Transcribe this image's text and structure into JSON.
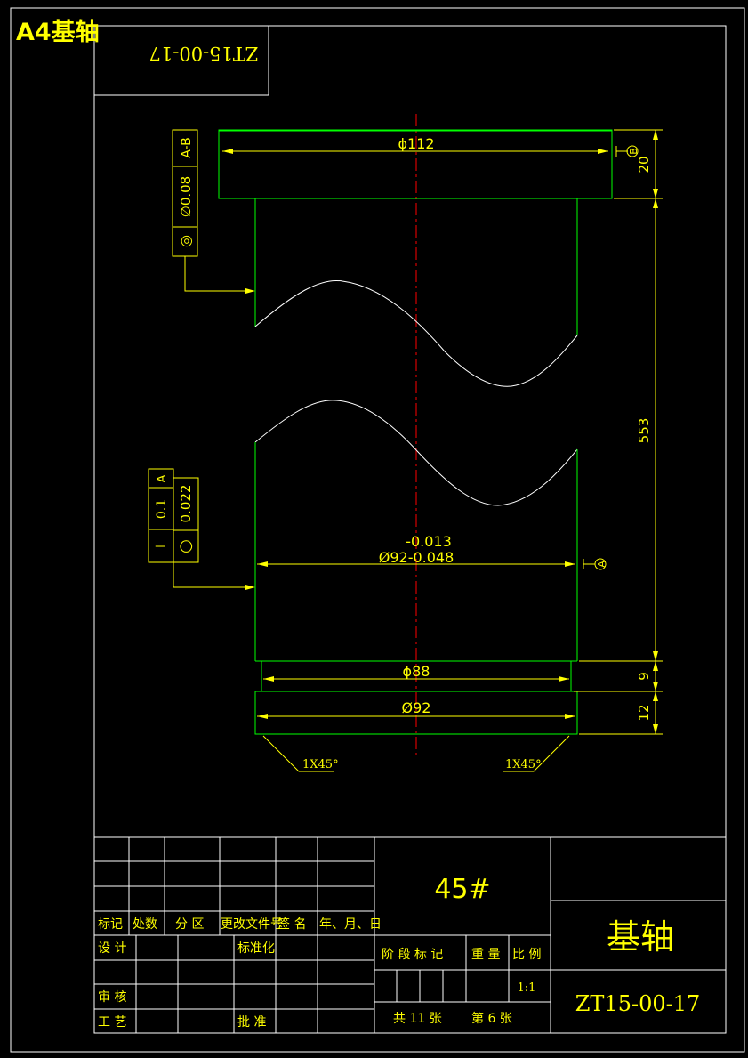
{
  "sheet": {
    "corner_label": "A4基轴",
    "drawing_number_rotated": "ZT15-00-17"
  },
  "dimensions": {
    "top_flange_dia": "ϕ112",
    "top_flange_thickness": "20",
    "overall_length": "553",
    "main_tol_upper": "-0.013",
    "main_dia": "Ø92-0.048",
    "step_dia": "ϕ88",
    "step_length": "9",
    "base_dia": "Ø92",
    "base_length": "12",
    "chamfer_left": "1X45°",
    "chamfer_right": "1X45°"
  },
  "datums": {
    "b": "B",
    "a": "A"
  },
  "tolerances": {
    "upper": {
      "symbol": "◎",
      "value": "∅0.08",
      "datum": "A-B"
    },
    "lower": {
      "symbol": "○",
      "value": "0.022",
      "symbol2": "⊥",
      "value2": "0.1",
      "datum": "A"
    }
  },
  "title_block": {
    "material": "45#",
    "part_name": "基轴",
    "drawing_number": "ZT15-00-17",
    "rev_headers": [
      "标记",
      "处数",
      "分 区",
      "更改文件号",
      "签 名",
      "年、月、日"
    ],
    "design": "设 计",
    "standardize": "标准化",
    "review": "审 核",
    "process": "工 艺",
    "approve": "批 准",
    "stage_mark": "阶 段 标 记",
    "weight": "重 量",
    "scale": "比 例",
    "scale_value": "1:1",
    "sheets_total": "共  11  张",
    "sheet_no": "第  6  张"
  }
}
